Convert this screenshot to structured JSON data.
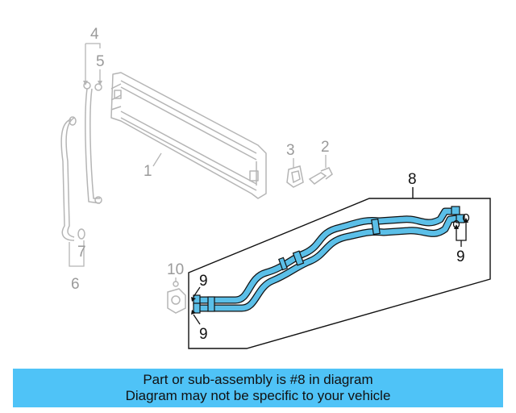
{
  "callouts": {
    "c1": "1",
    "c2": "2",
    "c3": "3",
    "c4": "4",
    "c5": "5",
    "c6": "6",
    "c7": "7",
    "c8": "8",
    "c9a": "9",
    "c9b": "9",
    "c9c": "9",
    "c10": "10"
  },
  "banner": {
    "line1": "Part or sub-assembly is #8 in diagram",
    "line2": "Diagram may not be specific to your vehicle"
  },
  "colors": {
    "highlight": "#5bbfe8",
    "banner": "#4fc3f7",
    "faded_part": "#b5b5b5"
  }
}
